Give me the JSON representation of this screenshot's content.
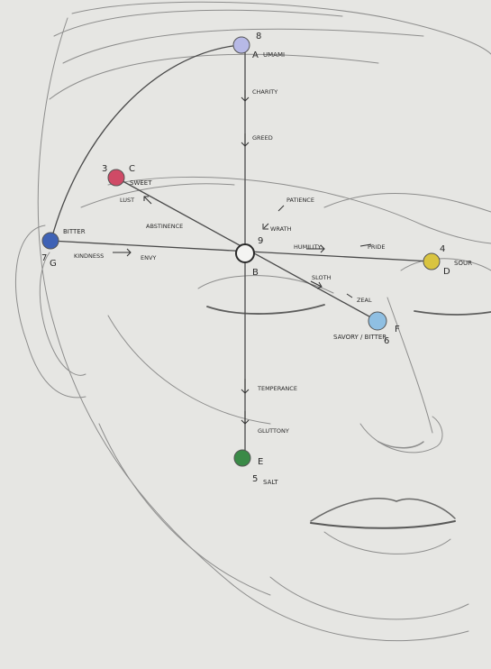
{
  "colors": {
    "paper": "#e6e6e3",
    "pencil": "#5a5a5a",
    "node_A": "#b7b9e6",
    "node_C": "#cf4a66",
    "node_D": "#d9c440",
    "node_F": "#8fbfe2",
    "node_E": "#3a8a47",
    "node_G": "#3f62b5"
  },
  "nodes": {
    "A": {
      "number": "8",
      "letter": "A",
      "taste": "UMAMI"
    },
    "C": {
      "number": "3",
      "letter": "C",
      "taste": "SWEET"
    },
    "D": {
      "number": "4",
      "letter": "D",
      "taste": "SOUR"
    },
    "F": {
      "number": "6",
      "letter": "F",
      "taste": "SAVORY / BITTER"
    },
    "E": {
      "number": "5",
      "letter": "E",
      "taste": "SALT"
    },
    "G": {
      "number": "7",
      "letter": "G",
      "taste": "BITTER"
    },
    "B": {
      "number": "9",
      "letter": "B"
    }
  },
  "axis_labels": {
    "charity": "CHARITY",
    "greed": "GREED",
    "temperance": "TEMPERANCE",
    "gluttony": "GLUTTONY",
    "lust": "LUST",
    "abstinence": "ABSTINENCE",
    "kindness": "KINDNESS",
    "envy": "ENVY",
    "patience": "PATIENCE",
    "wrath": "WRATH",
    "humility": "HUMILITY",
    "pride": "PRIDE",
    "sloth": "SLOTH",
    "zeal": "ZEAL"
  }
}
